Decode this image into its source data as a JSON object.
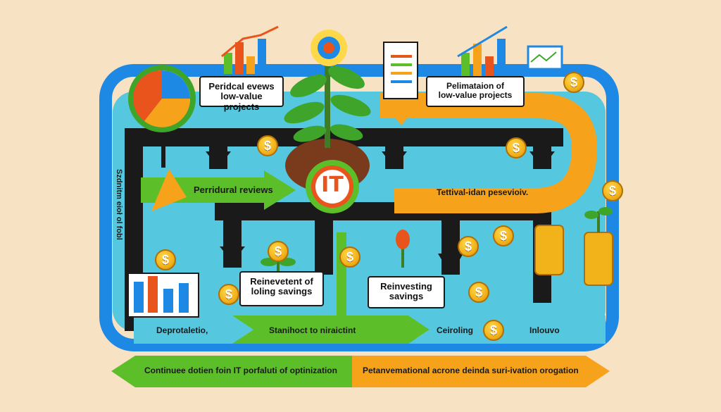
{
  "diagram": {
    "center_label": "IT",
    "top_left_box": "Peridcal evews\nlow-value projects",
    "top_right_box": "Pelimataion  of\nlow-value projects",
    "mid_left_arrow": "Perridural reviews",
    "mid_right_arrow": "Tettival-idan pesevioiv.",
    "lower_left_box": "Reinevetent of\nloling savings",
    "lower_right_box": "Reinvesting\nsavings",
    "bottom_row_1": "Deprotaletio,",
    "bottom_row_2": "Stanihoct to niraictint",
    "bottom_row_3": "Ceiroling",
    "bottom_row_4": "Inlouvo",
    "side_vertical_text": "Szdnitm eioł ol fobl",
    "banner_left": "Continuee dotien foin IT porfaluti of optinization",
    "banner_right": "Petanvemational acrone deinda suri-ivation orogation",
    "coin_symbol": "$"
  },
  "colors": {
    "background": "#f7e3c3",
    "blue_pipe": "#1e88e5",
    "orange": "#f7a21b",
    "green": "#5cbf2a",
    "red": "#e8541c",
    "teal": "#55c7de",
    "black": "#1a1a1a"
  }
}
